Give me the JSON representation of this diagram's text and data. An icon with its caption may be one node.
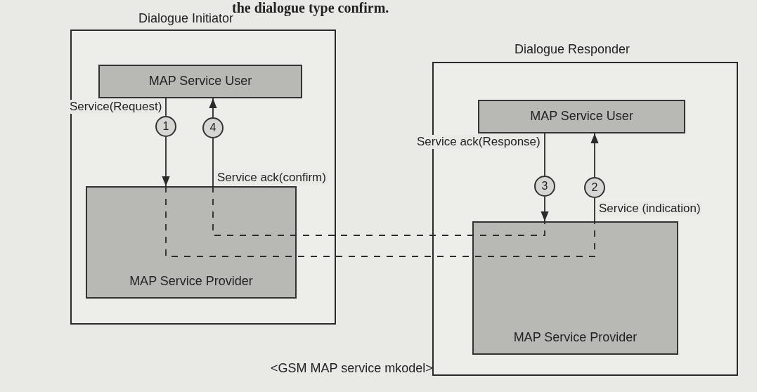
{
  "diagram": {
    "caption": "<GSM MAP service mkodel>",
    "nodes": [
      {
        "text": [
          "Dialogue Initiator"
        ]
      },
      {
        "text": [
          "MAP Service User"
        ],
        "in": 0
      },
      {
        "text": [
          "MAP Service Provider"
        ],
        "in": 0
      },
      {
        "text": [
          "Dialogue Responder"
        ]
      },
      {
        "text": [
          "MAP Service User"
        ],
        "in": 3
      },
      {
        "text": [
          "MAP Service Provider"
        ],
        "in": 3
      },
      {
        "text": [
          "1"
        ],
        "in": 0
      },
      {
        "text": [
          "4"
        ],
        "in": 0
      },
      {
        "text": [
          "3"
        ],
        "in": 3
      },
      {
        "text": [
          "2"
        ],
        "in": 3
      }
    ],
    "edges": [
      {
        "from": 1,
        "to": 6,
        "arrow": "none",
        "label": "Service(Request)"
      },
      {
        "from": 6,
        "to": 2,
        "arrow": "to"
      },
      {
        "from": 2,
        "to": 7,
        "arrow": "none",
        "label": "Service ack(confirm)"
      },
      {
        "from": 7,
        "to": 1,
        "arrow": "to"
      },
      {
        "from": 4,
        "to": 8,
        "arrow": "none",
        "label": "Service ack(Response)"
      },
      {
        "from": 8,
        "to": 5,
        "arrow": "to"
      },
      {
        "from": 5,
        "to": 9,
        "arrow": "none",
        "label": "Service (indication)"
      },
      {
        "from": 9,
        "to": 4,
        "arrow": "to"
      },
      {
        "from": 2,
        "to": 5,
        "arrow": "none",
        "style": "dashed"
      },
      {
        "from": 2,
        "to": 5,
        "arrow": "none",
        "style": "dashed"
      }
    ],
    "labels": [
      "the dialogue type confirm."
    ]
  }
}
